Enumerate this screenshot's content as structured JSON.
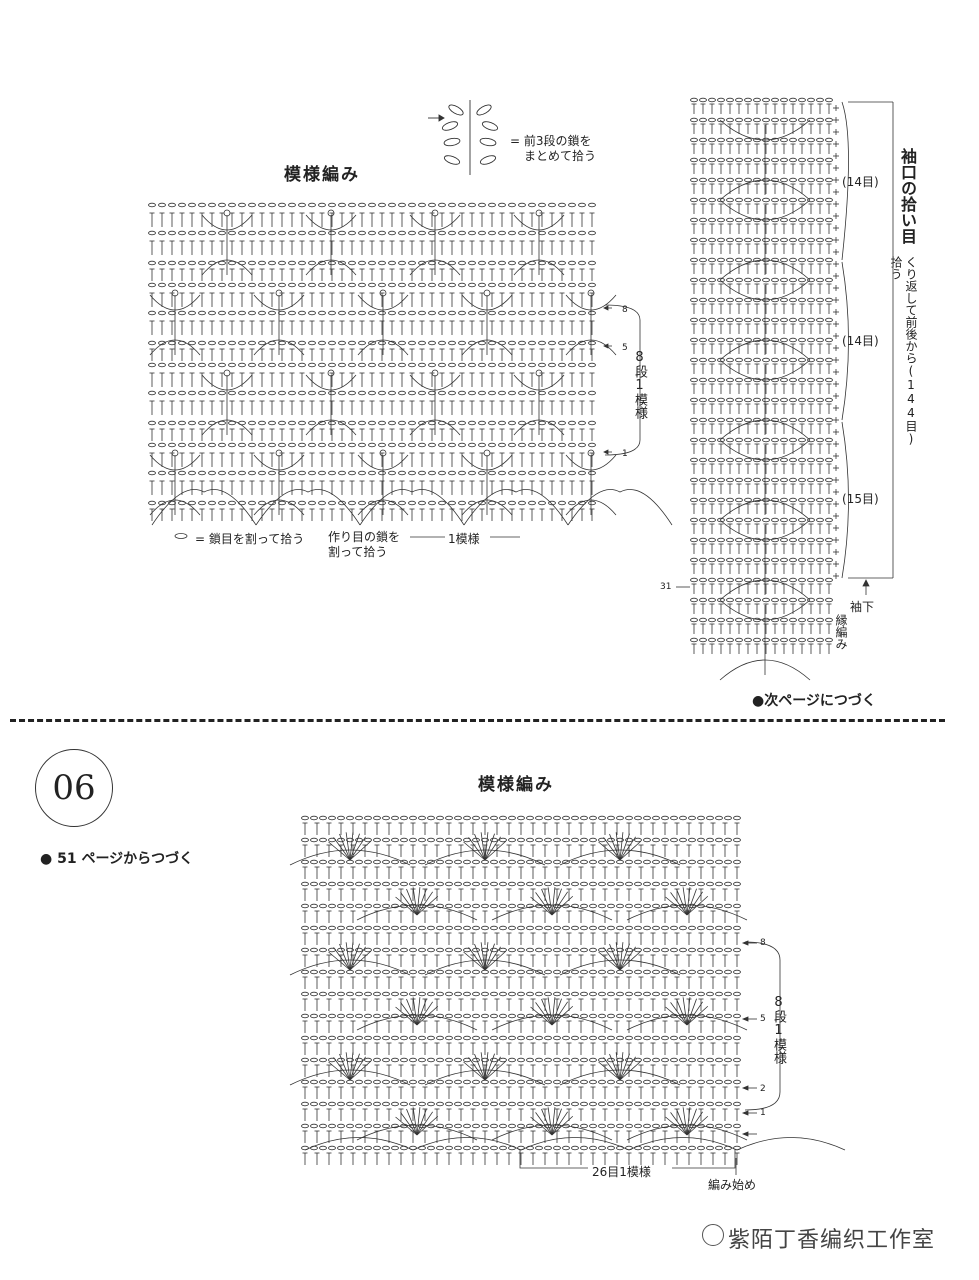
{
  "top_left": {
    "title": "模様編み",
    "cluster_note_line1": "= 前3段の鎖を",
    "cluster_note_line2": "まとめて拾う",
    "chain_note": "= 鎖目を割って拾う",
    "foundation_note_line1": "作り目の鎖を",
    "foundation_note_line2": "割って拾う",
    "repeat_width": "1模様",
    "repeat_height": "8段1模様",
    "row_labels": [
      "8",
      "5",
      "1"
    ]
  },
  "top_right": {
    "title": "袖口の拾い目",
    "subtitle": "くり返して前後から(144目)拾う",
    "counts": [
      "(14目)",
      "(14目)",
      "(15目)"
    ],
    "underarm": "袖下",
    "edging": "縁編み",
    "row_31": "31",
    "continue_note": "●次ページにつづく"
  },
  "bottom": {
    "number": "06",
    "title": "模様編み",
    "from_note": "● 51 ページからつづく",
    "repeat_width": "26目1模様",
    "repeat_height": "8段1模様",
    "start": "編み始め",
    "row_labels": [
      "8",
      "5",
      "2",
      "1"
    ]
  },
  "watermark": "紫陌丁香编织工作室"
}
